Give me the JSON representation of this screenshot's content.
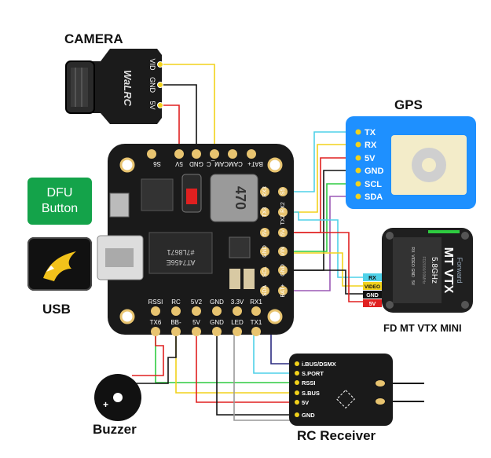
{
  "labels": {
    "camera": "CAMERA",
    "gps": "GPS",
    "dfu_line1": "DFU",
    "dfu_line2": "Button",
    "usb": "USB",
    "buzzer": "Buzzer",
    "rc_receiver": "RC Receiver",
    "vtx_title": "FD MT VTX MINI"
  },
  "camera_pins": [
    "VID",
    "GND",
    "5V"
  ],
  "camera_logo": "WaLRC",
  "board_top_pins": [
    "S6",
    "5V",
    "GND",
    "CAM_C",
    "CAM",
    "BAT+"
  ],
  "board_right_left_col": [
    "RX3",
    "TX3",
    "5V",
    "GND",
    "SCL",
    "SDA"
  ],
  "board_right_right_col": [
    "S5",
    "RX2",
    "TX2",
    "5V",
    "VIN",
    "GND",
    "BAT+"
  ],
  "board_bottom_top_row": [
    "RSSI",
    "RC",
    "5V2",
    "GND",
    "3.3V",
    "RX1"
  ],
  "board_bottom_pads": [
    "TX6",
    "BB-",
    "5V",
    "GND",
    "LED",
    "TX1"
  ],
  "chips": {
    "inductor": "470",
    "driver_line1": "#7L8671",
    "driver_line2": "AT7456E"
  },
  "gps_pins": [
    "TX",
    "RX",
    "5V",
    "GND",
    "SCL",
    "SDA"
  ],
  "vtx_pins": [
    "RX",
    "VIDEO",
    "GND",
    "5V"
  ],
  "vtx_brand": "Forward",
  "vtx_name": "MT VTX",
  "vtx_freq": "5.8GHz",
  "vtx_fcc": "FD2000/00MHz",
  "vtx_silk": [
    "RX",
    "VIDEO",
    "GND",
    "5V"
  ],
  "rx_pins": [
    "i.BUS/DSMX",
    "S.PORT",
    "RSSI",
    "S.BUS",
    "5V",
    "GND"
  ],
  "colors": {
    "board": "#1a1a1a",
    "pad": "#e8c470",
    "gps_blue": "#1e90ff",
    "dfu_green": "#14a34a",
    "wire_yellow": "#f2d21b",
    "wire_red": "#e02020",
    "wire_black": "#111111",
    "wire_cyan": "#4fd1e8",
    "wire_purple": "#9b59b6",
    "wire_green": "#2ecc40",
    "wire_gray": "#999999"
  }
}
